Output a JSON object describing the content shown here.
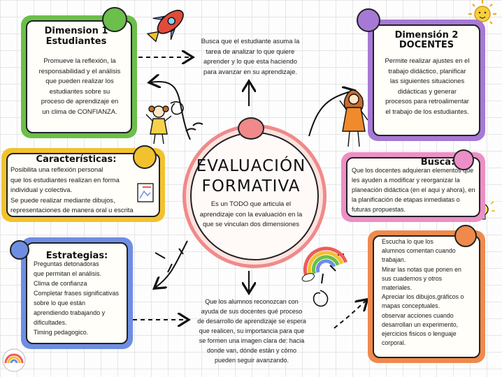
{
  "center": {
    "title_line1": "EVALUACIÓN",
    "title_line2": "FORMATIVA",
    "lines": [
      "Es un TODO que articula el",
      "aprendizaje con la evaluación en la",
      "que se vinculan dos dimensiones"
    ]
  },
  "dim1": {
    "title_line1": "Dimension 1",
    "title_line2": "Estudiantes",
    "lines": [
      "Promueve la reflexión, la",
      "responsabilidad y el análisis",
      "que pueden realizar los",
      "estudiantes sobre su",
      "proceso de aprendizaje en",
      "un clima de CONFIANZA."
    ]
  },
  "dim2": {
    "title_line1": "Dimensión 2",
    "title_line2": "DOCENTES",
    "lines": [
      "Permite realizar ajustes en el",
      "trabajo didáctico, planificar",
      "las siguientes situaciones",
      "didácticas y generar",
      "procesos para retroalimentar",
      "el trabajo de los estudiantes."
    ]
  },
  "top_text": {
    "lines": [
      "Busca que el estudiante asuma la",
      "tarea de analizar lo que quiere",
      "aprender y lo que esta haciendo",
      "para avanzar en su aprendizaje."
    ]
  },
  "caracteristicas": {
    "title": "Características:",
    "lines": [
      "Posibilita una reflexión personal",
      "que los estudiantes realizan en forma",
      "individual y colectiva.",
      "Se puede realizar mediante dibujos,",
      "representaciones de manera oral u escrita"
    ]
  },
  "busca": {
    "title": "Busca:",
    "lines": [
      "Que los docentes adquieran elementos que",
      "les ayuden a modificar  y reorganizar la",
      "planeación didáctica (en el aqui y ahora), en",
      "la planificación de etapas inmediatas o",
      "futuras propuestas."
    ]
  },
  "estrategias": {
    "title": "Estrategias:",
    "lines": [
      "Preguntas detonadoras",
      "que permitan el análisis.",
      "Clima de confianza",
      "Completar frases significativas",
      "sobre lo que están",
      "aprendiendo trabajando y",
      "dificultades.",
      "Timing pedagogico."
    ]
  },
  "bottom_text": {
    "lines": [
      "Que los alumnos reconozcan con",
      "ayuda de  sus docentes qué proceso",
      "de desarrollo de aprendizaje se espera",
      "que realicen, su importancia para que",
      "se formen una  imagen clara de: hacia",
      "donde van, dónde están y cómo",
      "pueden seguir avanzando."
    ]
  },
  "escucha": {
    "lines": [
      "Escucha lo que los",
      "alumnos comentan cuando",
      "trabajan.",
      "Mirar las notas que ponen en",
      "sus cuadernos y otros",
      "materiales.",
      "Apreciar los dibujos,gráficos o",
      "mapas conceptuales.",
      "observar acciones cuando",
      "desarrollan un experimento,",
      "ejercicios fisicos o lenguaje",
      "corporal."
    ]
  },
  "colors": {
    "green": "#6bbf4a",
    "purple": "#a679d6",
    "yellow": "#f2c22e",
    "pink": "#ec8fc6",
    "blue": "#6f8ee3",
    "orange": "#ef8a4c",
    "salmon": "#f08a8a"
  },
  "icons": [
    "rocket-icon",
    "sun-icon",
    "bulb-icon",
    "rainbow-icon",
    "house-icon",
    "drawing-icon",
    "girl-doodle-icon",
    "teacher-doodle-icon"
  ]
}
